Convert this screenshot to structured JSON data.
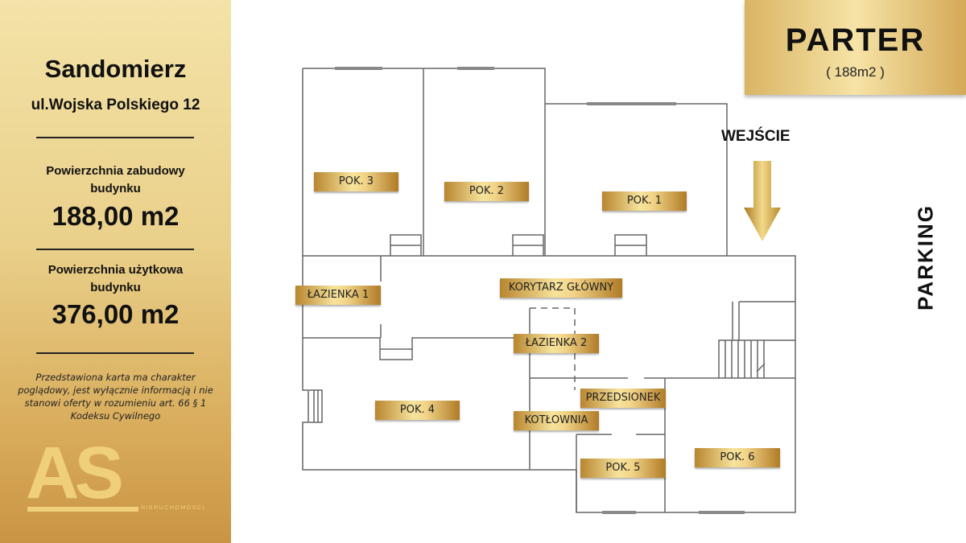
{
  "panel": {
    "city": "Sandomierz",
    "street": "ul.Wojska Polskiego 12",
    "area1_label": "Powierzchnia zabudowy budynku",
    "area1_value": "188,00 m2",
    "area2_label": "Powierzchnia użytkowa budynku",
    "area2_value": "376,00 m2",
    "disclaimer": "Przedstawiona karta ma charakter poglądowy, jest wyłącznie informacją i nie stanowi oferty w rozumieniu art. 66 § 1 Kodeksu Cywilnego",
    "logo": "AS",
    "logo_sub": "NIERUCHOMOSCI"
  },
  "header": {
    "floor": "PARTER",
    "area": "( 188m2 )"
  },
  "entrance": "WEJŚCIE",
  "parking": "PARKING",
  "rooms": [
    "POK. 3",
    "POK. 2",
    "POK. 1",
    "ŁAZIENKA 1",
    "KORYTARZ GŁÓWNY",
    "ŁAZIENKA 2",
    "POK. 4",
    "PRZEDSIONEK",
    "KOTŁOWNIA",
    "POK. 5",
    "POK. 6"
  ],
  "colors": {
    "gold": "#d9b464",
    "wall": "#666666"
  }
}
